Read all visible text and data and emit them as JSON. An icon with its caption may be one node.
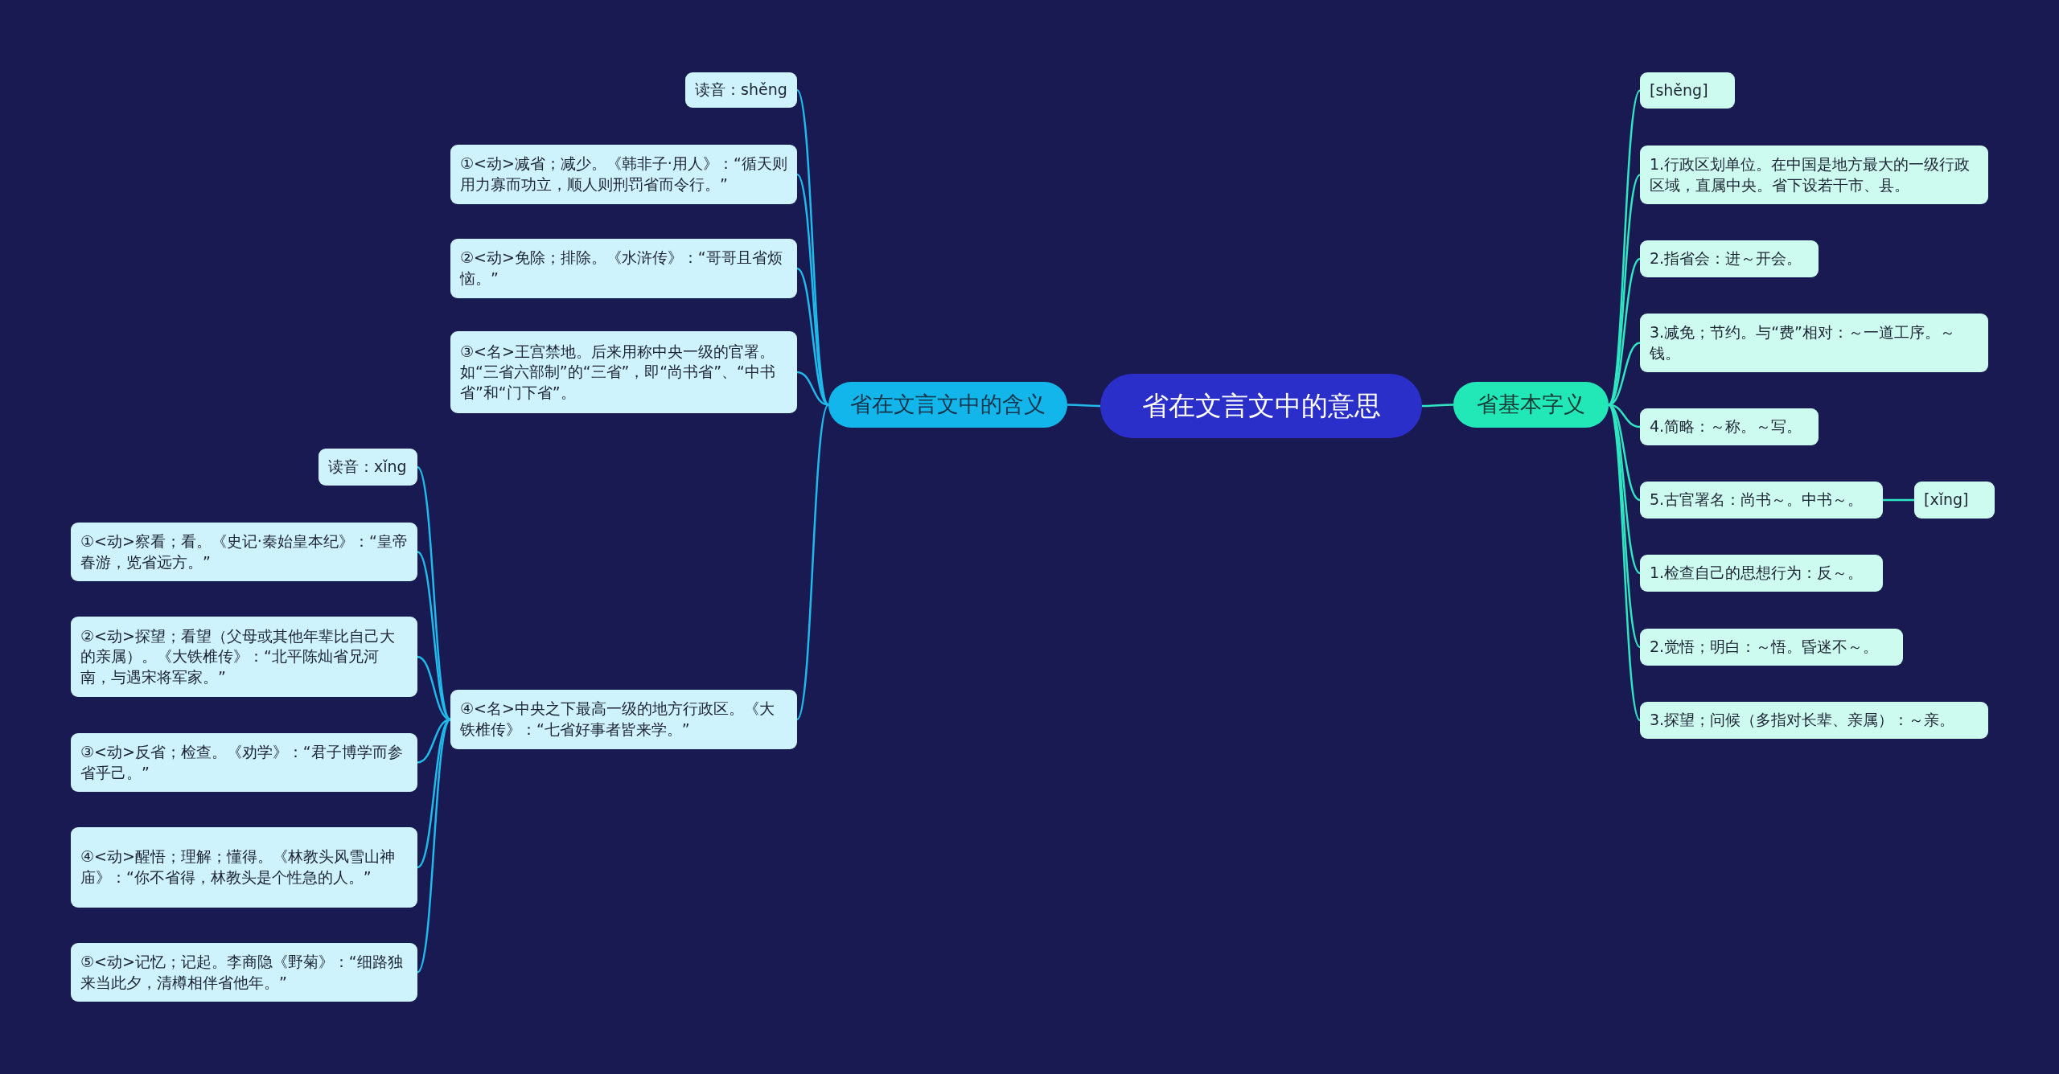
{
  "diagram": {
    "nodes": [
      {
        "text": [
          "省在文言文中的意思"
        ]
      },
      {
        "text": [
          "省在文言文中的含义"
        ]
      },
      {
        "text": [
          "读音：shěng"
        ]
      },
      {
        "text": [
          "①<动>减省；减少。《韩非子·用人》：“循天则用力寡而功立，顺人则刑罚省而令行。”"
        ]
      },
      {
        "text": [
          "②<动>免除；排除。《水浒传》：“哥哥且省烦恼。”"
        ]
      },
      {
        "text": [
          "③<名>王宫禁地。后来用称中央一级的官署。如“三省六部制”的“三省”，即“尚书省”、“中书省”和“门下省”。"
        ]
      },
      {
        "text": [
          "④<名>中央之下最高一级的地方行政区。《大铁椎传》：“七省好事者皆来学。”"
        ]
      },
      {
        "text": [
          "读音：xǐng"
        ]
      },
      {
        "text": [
          "①<动>察看；看。《史记·秦始皇本纪》：“皇帝春游，览省远方。”"
        ]
      },
      {
        "text": [
          "②<动>探望；看望（父母或其他年辈比自己大的亲属）。《大铁椎传》：“北平陈灿省兄河南，与遇宋将军家。”"
        ]
      },
      {
        "text": [
          "③<动>反省；检查。《劝学》：“君子博学而参省乎己。”"
        ]
      },
      {
        "text": [
          "④<动>醒悟；理解；懂得。《林教头风雪山神庙》：“你不省得，林教头是个性急的人。”"
        ]
      },
      {
        "text": [
          "⑤<动>记忆；记起。李商隐《野菊》：“细路独来当此夕，清樽相伴省他年。”"
        ]
      },
      {
        "text": [
          "省基本字义"
        ]
      },
      {
        "text": [
          "[shěng]"
        ]
      },
      {
        "text": [
          "1.行政区划单位。在中国是地方最大的一级行政区域，直属中央。省下设若干市、县。"
        ]
      },
      {
        "text": [
          "2.指省会：进～开会。"
        ]
      },
      {
        "text": [
          "3.减免；节约。与“费”相对：～一道工序。～钱。"
        ]
      },
      {
        "text": [
          "4.简略：～称。～写。"
        ]
      },
      {
        "text": [
          "5.古官署名：尚书～。中书～。"
        ]
      },
      {
        "text": [
          "[xǐng]"
        ]
      },
      {
        "text": [
          "1.检查自己的思想行为：反～。"
        ]
      },
      {
        "text": [
          "2.觉悟；明白：～悟。昏迷不～。"
        ]
      },
      {
        "text": [
          "3.探望；问候（多指对长辈、亲属）：～亲。"
        ]
      }
    ],
    "edges": [
      {
        "from": 0,
        "to": 1,
        "arrow": "none"
      },
      {
        "from": 1,
        "to": 2,
        "arrow": "none"
      },
      {
        "from": 1,
        "to": 3,
        "arrow": "none"
      },
      {
        "from": 1,
        "to": 4,
        "arrow": "none"
      },
      {
        "from": 1,
        "to": 5,
        "arrow": "none"
      },
      {
        "from": 1,
        "to": 6,
        "arrow": "none"
      },
      {
        "from": 6,
        "to": 7,
        "arrow": "none"
      },
      {
        "from": 6,
        "to": 8,
        "arrow": "none"
      },
      {
        "from": 6,
        "to": 9,
        "arrow": "none"
      },
      {
        "from": 6,
        "to": 10,
        "arrow": "none"
      },
      {
        "from": 6,
        "to": 11,
        "arrow": "none"
      },
      {
        "from": 6,
        "to": 12,
        "arrow": "none"
      },
      {
        "from": 0,
        "to": 13,
        "arrow": "none",
        "color": "#2ee6c2"
      },
      {
        "from": 13,
        "to": 14,
        "arrow": "none",
        "color": "#2ee6c2"
      },
      {
        "from": 13,
        "to": 15,
        "arrow": "none",
        "color": "#2ee6c2"
      },
      {
        "from": 13,
        "to": 16,
        "arrow": "none",
        "color": "#2ee6c2"
      },
      {
        "from": 13,
        "to": 17,
        "arrow": "none",
        "color": "#2ee6c2"
      },
      {
        "from": 13,
        "to": 18,
        "arrow": "none",
        "color": "#2ee6c2"
      },
      {
        "from": 13,
        "to": 19,
        "arrow": "none",
        "color": "#2ee6c2"
      },
      {
        "from": 19,
        "to": 20,
        "arrow": "none",
        "color": "#2ee6c2"
      },
      {
        "from": 13,
        "to": 21,
        "arrow": "none",
        "color": "#2ee6c2"
      },
      {
        "from": 13,
        "to": 22,
        "arrow": "none",
        "color": "#2ee6c2"
      },
      {
        "from": 13,
        "to": 23,
        "arrow": "none",
        "color": "#2ee6c2"
      }
    ]
  }
}
